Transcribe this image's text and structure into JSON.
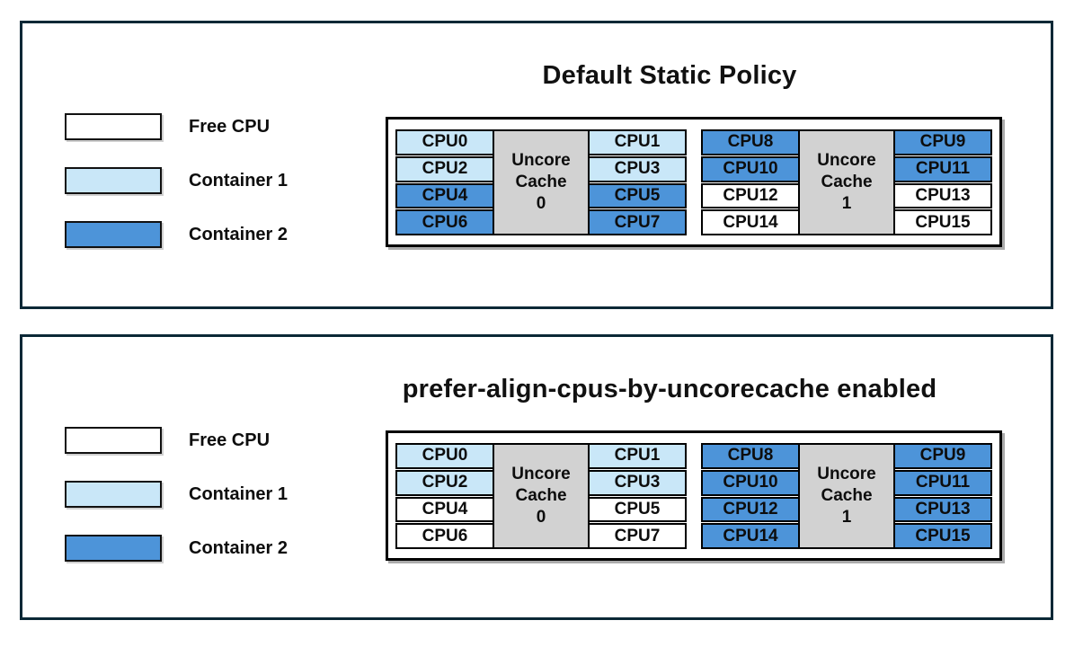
{
  "colors": {
    "free": "#FFFFFF",
    "container1": "#C9E7F8",
    "container2": "#4D94D9",
    "cache_fill": "#D2D2D2",
    "panel_border": "#0B2836"
  },
  "legend": {
    "items": [
      {
        "label": "Free CPU",
        "owner": "free"
      },
      {
        "label": "Container 1",
        "owner": "container1"
      },
      {
        "label": "Container 2",
        "owner": "container2"
      }
    ]
  },
  "panels": [
    {
      "title": "Default Static Policy",
      "blocks": [
        {
          "cache_label": "Uncore\nCache\n0",
          "left": [
            {
              "id": "CPU0",
              "owner": "container1"
            },
            {
              "id": "CPU2",
              "owner": "container1"
            },
            {
              "id": "CPU4",
              "owner": "container2"
            },
            {
              "id": "CPU6",
              "owner": "container2"
            }
          ],
          "right": [
            {
              "id": "CPU1",
              "owner": "container1"
            },
            {
              "id": "CPU3",
              "owner": "container1"
            },
            {
              "id": "CPU5",
              "owner": "container2"
            },
            {
              "id": "CPU7",
              "owner": "container2"
            }
          ]
        },
        {
          "cache_label": "Uncore\nCache\n1",
          "left": [
            {
              "id": "CPU8",
              "owner": "container2"
            },
            {
              "id": "CPU10",
              "owner": "container2"
            },
            {
              "id": "CPU12",
              "owner": "free"
            },
            {
              "id": "CPU14",
              "owner": "free"
            }
          ],
          "right": [
            {
              "id": "CPU9",
              "owner": "container2"
            },
            {
              "id": "CPU11",
              "owner": "container2"
            },
            {
              "id": "CPU13",
              "owner": "free"
            },
            {
              "id": "CPU15",
              "owner": "free"
            }
          ]
        }
      ]
    },
    {
      "title": "prefer-align-cpus-by-uncorecache enabled",
      "blocks": [
        {
          "cache_label": "Uncore\nCache\n0",
          "left": [
            {
              "id": "CPU0",
              "owner": "container1"
            },
            {
              "id": "CPU2",
              "owner": "container1"
            },
            {
              "id": "CPU4",
              "owner": "free"
            },
            {
              "id": "CPU6",
              "owner": "free"
            }
          ],
          "right": [
            {
              "id": "CPU1",
              "owner": "container1"
            },
            {
              "id": "CPU3",
              "owner": "container1"
            },
            {
              "id": "CPU5",
              "owner": "free"
            },
            {
              "id": "CPU7",
              "owner": "free"
            }
          ]
        },
        {
          "cache_label": "Uncore\nCache\n1",
          "left": [
            {
              "id": "CPU8",
              "owner": "container2"
            },
            {
              "id": "CPU10",
              "owner": "container2"
            },
            {
              "id": "CPU12",
              "owner": "container2"
            },
            {
              "id": "CPU14",
              "owner": "container2"
            }
          ],
          "right": [
            {
              "id": "CPU9",
              "owner": "container2"
            },
            {
              "id": "CPU11",
              "owner": "container2"
            },
            {
              "id": "CPU13",
              "owner": "container2"
            },
            {
              "id": "CPU15",
              "owner": "container2"
            }
          ]
        }
      ]
    }
  ]
}
